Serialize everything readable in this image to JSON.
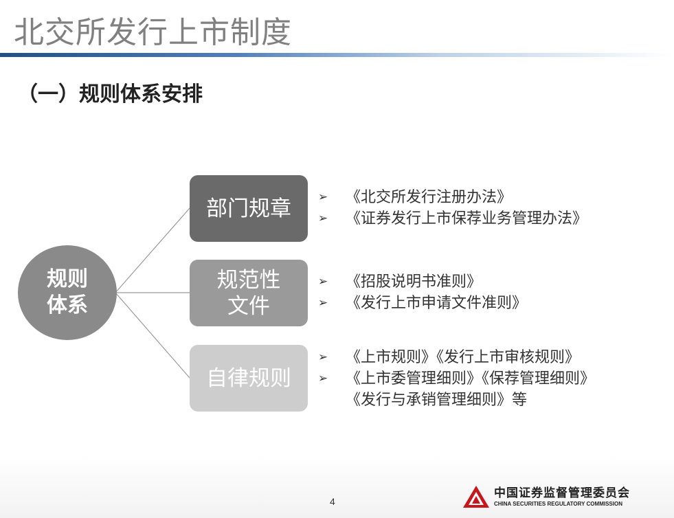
{
  "slide": {
    "title": "北交所发行上市制度",
    "subtitle": "（一）规则体系安排",
    "page_number": "4"
  },
  "diagram": {
    "root": {
      "line1": "规则",
      "line2": "体系"
    },
    "branches": [
      {
        "label": "部门规章",
        "items": [
          "《北交所发行注册办法》",
          "《证券发行上市保荐业务管理办法》"
        ]
      },
      {
        "label_line1": "规范性",
        "label_line2": "文件",
        "items": [
          "《招股说明书准则》",
          "《发行上市申请文件准则》"
        ]
      },
      {
        "label": "自律规则",
        "items": [
          "《上市规则》《发行上市审核规则》",
          "《上市委管理细则》《保荐管理细则》"
        ],
        "continuation": "《发行与承销管理细则》等"
      }
    ]
  },
  "footer": {
    "org_name_cn": "中国证券监督管理委员会",
    "org_name_en": "CHINA SECURITIES REGULATORY COMMISSION"
  },
  "icons": {
    "bullet": "arrowhead-bullet-icon",
    "logo": "csrc-logo-icon"
  },
  "colors": {
    "title_gray": "#808080",
    "rule_blue": "#1f4f8a",
    "root_circle": "#8a8a8a",
    "box_dark": "#6a6a6a",
    "box_mid": "#9a9a9a",
    "box_light": "#cdcdcd",
    "logo_red": "#c8161d"
  }
}
